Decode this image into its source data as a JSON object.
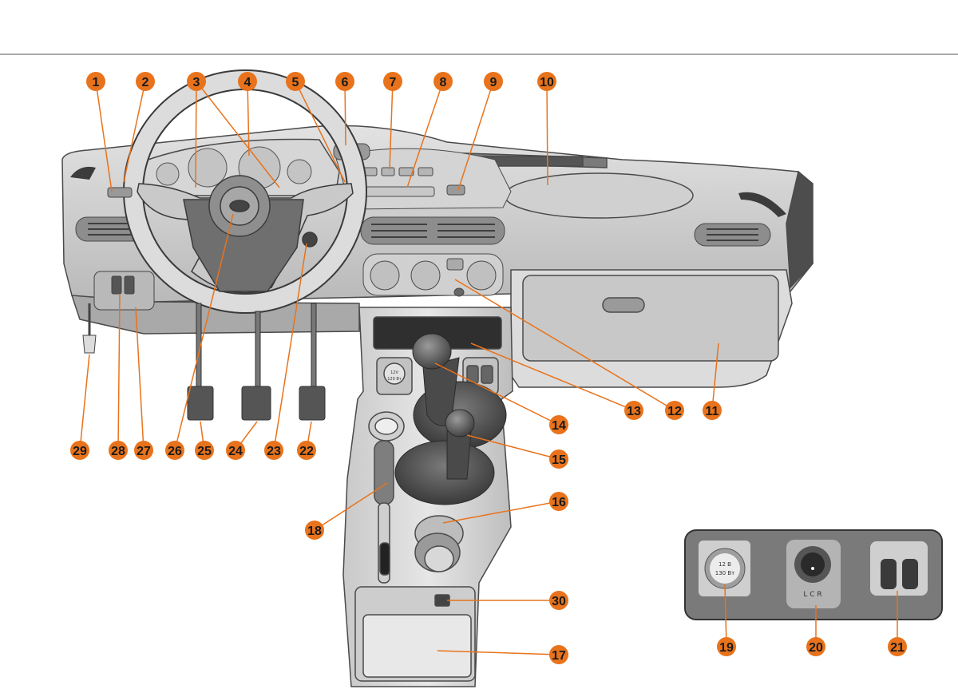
{
  "callouts": [
    "1",
    "2",
    "3",
    "4",
    "5",
    "6",
    "7",
    "8",
    "9",
    "10",
    "11",
    "12",
    "13",
    "14",
    "15",
    "16",
    "17",
    "18",
    "19",
    "20",
    "21",
    "22",
    "23",
    "24",
    "25",
    "26",
    "27",
    "28",
    "29",
    "30"
  ],
  "inset": {
    "socket_line1": "12 В",
    "socket_line2": "130 Вт",
    "knob_scale": "L C R",
    "console_socket_line1": "12V",
    "console_socket_line2": "120 Вт"
  },
  "colors": {
    "callout": "#e8731c",
    "leader": "#e8731c",
    "body": "#cfcfcf",
    "dark": "#6d6d6d",
    "outline": "#4a4a4a"
  }
}
